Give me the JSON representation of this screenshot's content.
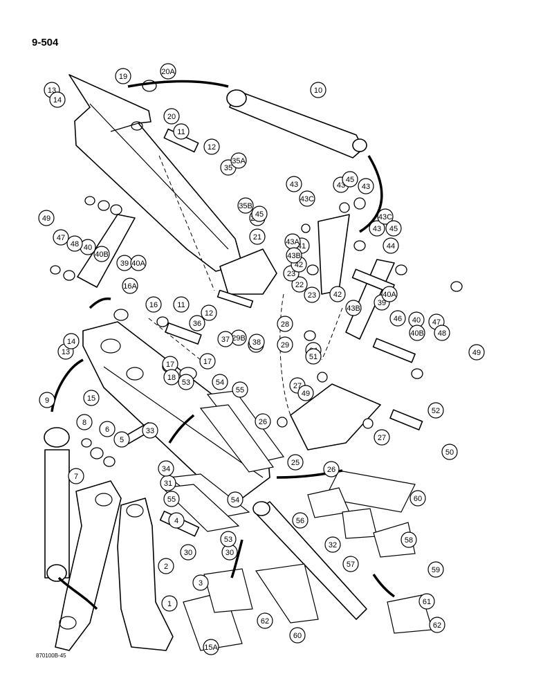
{
  "page_number": "9-504",
  "figure_code": "870100B-45",
  "callouts": [
    "1",
    "2",
    "3",
    "4",
    "5",
    "6",
    "7",
    "8",
    "9",
    "10",
    "11",
    "11",
    "12",
    "12",
    "13",
    "13",
    "14",
    "14",
    "15",
    "15A",
    "16",
    "16A",
    "17",
    "17",
    "18",
    "19",
    "20",
    "20A",
    "21",
    "21A",
    "22",
    "23",
    "23",
    "24",
    "25",
    "26",
    "26",
    "27",
    "27",
    "28",
    "29",
    "29A",
    "29B",
    "30",
    "30",
    "31",
    "32",
    "33",
    "34",
    "35",
    "35A",
    "35B",
    "36",
    "37",
    "38",
    "39",
    "39",
    "40",
    "40",
    "40A",
    "40A",
    "40B",
    "40B",
    "41",
    "42",
    "42",
    "43",
    "43",
    "43",
    "43",
    "43A",
    "43B",
    "43B",
    "43C",
    "43C",
    "44",
    "45",
    "45",
    "45",
    "46",
    "47",
    "47",
    "48",
    "48",
    "49",
    "49",
    "49",
    "50",
    "51",
    "52",
    "53",
    "53",
    "54",
    "54",
    "55",
    "55",
    "56",
    "57",
    "58",
    "59",
    "60",
    "60",
    "61",
    "62",
    "62"
  ]
}
